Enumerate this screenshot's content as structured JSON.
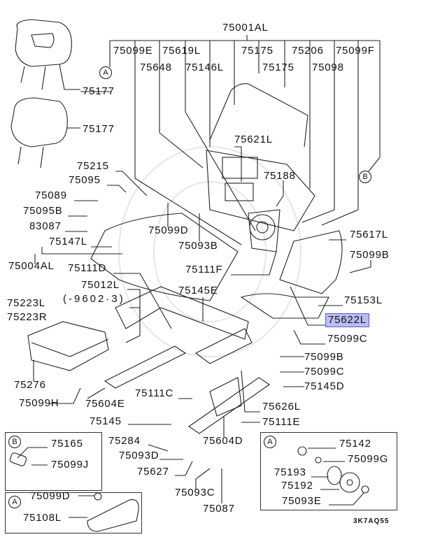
{
  "diagram": {
    "assembly": "75001AL",
    "labels": [
      "75099E",
      "75619L",
      "75175",
      "75206",
      "75099F",
      "75648",
      "75146L",
      "75175",
      "75098",
      "75177",
      "75177",
      "75621L",
      "75188",
      "75215",
      "75095",
      "75089",
      "75095B",
      "83087",
      "75099D",
      "75093B",
      "75147L",
      "75004AL",
      "75617L",
      "75099B",
      "75111D",
      "75111F",
      "75012L",
      "(-9602·3)",
      "75223L",
      "75223R",
      "75145E",
      "75153L",
      "75622L",
      "75099C",
      "75276",
      "75099H",
      "75604E",
      "75111C",
      "75099B",
      "75099C",
      "75145D",
      "75626L",
      "75145",
      "75111E",
      "75284",
      "75604D",
      "75093D",
      "75627",
      "75093C",
      "75087"
    ],
    "markers": {
      "a": "A",
      "b": "B"
    },
    "highlight_color": "#b9bdf0",
    "inset_b": {
      "marker": "B",
      "labels": [
        "75165",
        "75099J"
      ]
    },
    "inset_a_left": {
      "marker": "A",
      "labels": [
        "75099D",
        "75108L"
      ]
    },
    "inset_a_right": {
      "marker": "A",
      "labels": [
        "75142",
        "75099G",
        "75193",
        "75192",
        "75093E"
      ]
    },
    "diagram_code": "3K7AQ55"
  }
}
